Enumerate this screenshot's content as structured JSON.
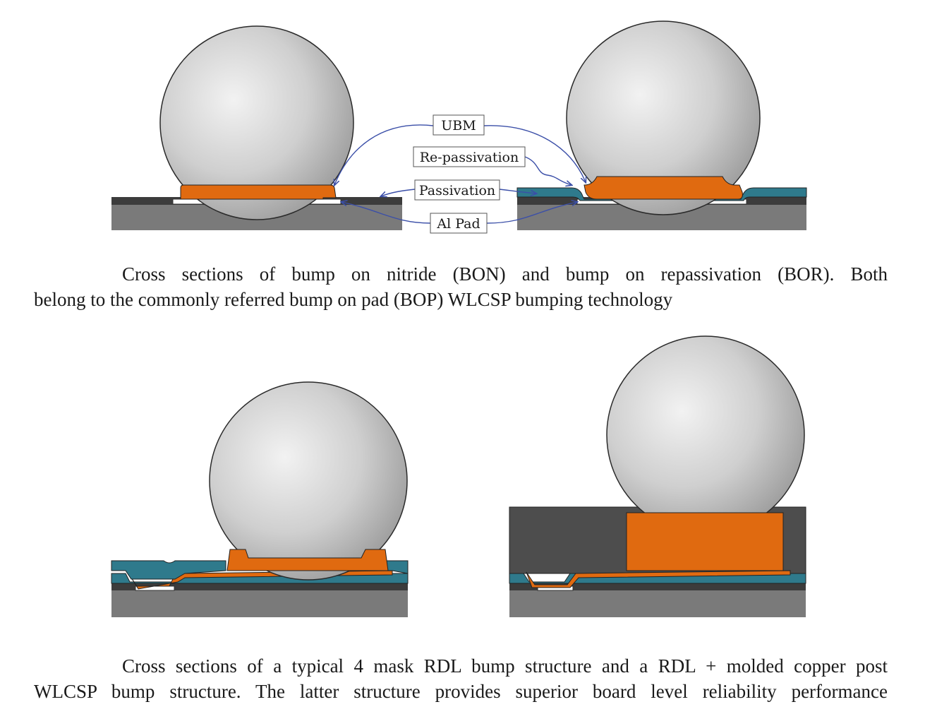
{
  "colors": {
    "silicon": "#7a7a7a",
    "dark_layer": "#3c3c3c",
    "al_pad": "#ffffff",
    "ubm": "#e06a10",
    "repassivation": "#2f7a8c",
    "solder_center": "#f2f2f2",
    "solder_edge": "#9a9a9a",
    "mold": "#4d4d4d",
    "arrow": "#3b4fa8"
  },
  "top_figure": {
    "labels": {
      "ubm": "UBM",
      "repassivation": "Re-passivation",
      "passivation": "Passivation",
      "al_pad": "Al Pad"
    },
    "caption": {
      "line1": "Cross sections of bump on nitride (BON) and bump on repassivation (BOR). Both",
      "line2": "belong to the commonly referred bump on pad (BOP) WLCSP bumping technology"
    }
  },
  "bottom_figure": {
    "caption": {
      "line1": "Cross sections of a typical 4 mask RDL bump structure and a RDL + molded copper post",
      "line2": "WLCSP bump structure. The latter structure provides superior board level reliability performance"
    }
  }
}
